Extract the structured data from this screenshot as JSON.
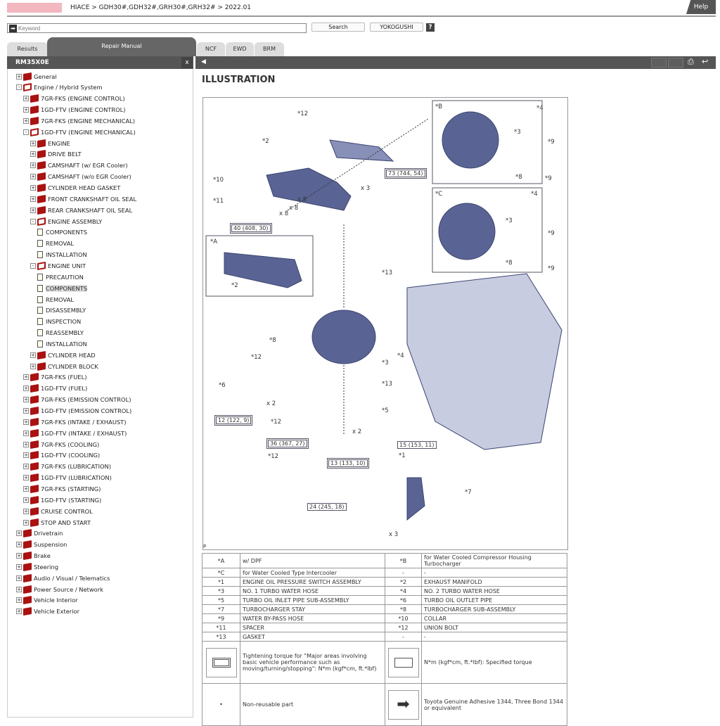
{
  "header": {
    "breadcrumb": "HIACE > GDH30#,GDH32#,GRH30#,GRH32# > 2022.01",
    "help": "Help"
  },
  "search": {
    "placeholder": "Keyword",
    "search_label": "Search",
    "yokogushi_label": "YOKOGUSHI",
    "help_q": "?"
  },
  "tabs": {
    "results": "Results",
    "repair_manual": "Repair Manual",
    "ncf": "NCF",
    "ewd": "EWD",
    "brm": "BRM"
  },
  "sidebar": {
    "title": "RM35X0E",
    "close": "x",
    "items": [
      {
        "label": "General",
        "level": 0,
        "type": "book",
        "state": "+"
      },
      {
        "label": "Engine / Hybrid System",
        "level": 0,
        "type": "open",
        "state": "-"
      },
      {
        "label": "7GR-FKS (ENGINE CONTROL)",
        "level": 1,
        "type": "book",
        "state": "+"
      },
      {
        "label": "1GD-FTV (ENGINE CONTROL)",
        "level": 1,
        "type": "book",
        "state": "+"
      },
      {
        "label": "7GR-FKS (ENGINE MECHANICAL)",
        "level": 1,
        "type": "book",
        "state": "+"
      },
      {
        "label": "1GD-FTV (ENGINE MECHANICAL)",
        "level": 1,
        "type": "open",
        "state": "-"
      },
      {
        "label": "ENGINE",
        "level": 2,
        "type": "book",
        "state": "+"
      },
      {
        "label": "DRIVE BELT",
        "level": 2,
        "type": "book",
        "state": "+"
      },
      {
        "label": "CAMSHAFT (w/ EGR Cooler)",
        "level": 2,
        "type": "book",
        "state": "+"
      },
      {
        "label": "CAMSHAFT (w/o EGR Cooler)",
        "level": 2,
        "type": "book",
        "state": "+"
      },
      {
        "label": "CYLINDER HEAD GASKET",
        "level": 2,
        "type": "book",
        "state": "+"
      },
      {
        "label": "FRONT CRANKSHAFT OIL SEAL",
        "level": 2,
        "type": "book",
        "state": "+"
      },
      {
        "label": "REAR CRANKSHAFT OIL SEAL",
        "level": 2,
        "type": "book",
        "state": "+"
      },
      {
        "label": "ENGINE ASSEMBLY",
        "level": 2,
        "type": "open",
        "state": "-"
      },
      {
        "label": "COMPONENTS",
        "level": 3,
        "type": "doc"
      },
      {
        "label": "REMOVAL",
        "level": 3,
        "type": "doc"
      },
      {
        "label": "INSTALLATION",
        "level": 3,
        "type": "doc"
      },
      {
        "label": "ENGINE UNIT",
        "level": 2,
        "type": "open",
        "state": "-"
      },
      {
        "label": "PRECAUTION",
        "level": 3,
        "type": "doc"
      },
      {
        "label": "COMPONENTS",
        "level": 3,
        "type": "doc",
        "selected": true
      },
      {
        "label": "REMOVAL",
        "level": 3,
        "type": "doc"
      },
      {
        "label": "DISASSEMBLY",
        "level": 3,
        "type": "doc"
      },
      {
        "label": "INSPECTION",
        "level": 3,
        "type": "doc"
      },
      {
        "label": "REASSEMBLY",
        "level": 3,
        "type": "doc"
      },
      {
        "label": "INSTALLATION",
        "level": 3,
        "type": "doc"
      },
      {
        "label": "CYLINDER HEAD",
        "level": 2,
        "type": "book",
        "state": "+"
      },
      {
        "label": "CYLINDER BLOCK",
        "level": 2,
        "type": "book",
        "state": "+"
      },
      {
        "label": "7GR-FKS (FUEL)",
        "level": 1,
        "type": "book",
        "state": "+"
      },
      {
        "label": "1GD-FTV (FUEL)",
        "level": 1,
        "type": "book",
        "state": "+"
      },
      {
        "label": "7GR-FKS (EMISSION CONTROL)",
        "level": 1,
        "type": "book",
        "state": "+"
      },
      {
        "label": "1GD-FTV (EMISSION CONTROL)",
        "level": 1,
        "type": "book",
        "state": "+"
      },
      {
        "label": "7GR-FKS (INTAKE / EXHAUST)",
        "level": 1,
        "type": "book",
        "state": "+"
      },
      {
        "label": "1GD-FTV (INTAKE / EXHAUST)",
        "level": 1,
        "type": "book",
        "state": "+"
      },
      {
        "label": "7GR-FKS (COOLING)",
        "level": 1,
        "type": "book",
        "state": "+"
      },
      {
        "label": "1GD-FTV (COOLING)",
        "level": 1,
        "type": "book",
        "state": "+"
      },
      {
        "label": "7GR-FKS (LUBRICATION)",
        "level": 1,
        "type": "book",
        "state": "+"
      },
      {
        "label": "1GD-FTV (LUBRICATION)",
        "level": 1,
        "type": "book",
        "state": "+"
      },
      {
        "label": "7GR-FKS (STARTING)",
        "level": 1,
        "type": "book",
        "state": "+"
      },
      {
        "label": "1GD-FTV (STARTING)",
        "level": 1,
        "type": "book",
        "state": "+"
      },
      {
        "label": "CRUISE CONTROL",
        "level": 1,
        "type": "book",
        "state": "+"
      },
      {
        "label": "STOP AND START",
        "level": 1,
        "type": "book",
        "state": "+"
      },
      {
        "label": "Drivetrain",
        "level": 0,
        "type": "book",
        "state": "+"
      },
      {
        "label": "Suspension",
        "level": 0,
        "type": "book",
        "state": "+"
      },
      {
        "label": "Brake",
        "level": 0,
        "type": "book",
        "state": "+"
      },
      {
        "label": "Steering",
        "level": 0,
        "type": "book",
        "state": "+"
      },
      {
        "label": "Audio / Visual / Telematics",
        "level": 0,
        "type": "book",
        "state": "+"
      },
      {
        "label": "Power Source / Network",
        "level": 0,
        "type": "book",
        "state": "+"
      },
      {
        "label": "Vehicle Interior",
        "level": 0,
        "type": "book",
        "state": "+"
      },
      {
        "label": "Vehicle Exterior",
        "level": 0,
        "type": "book",
        "state": "+"
      }
    ]
  },
  "main": {
    "title": "ILLUSTRATION",
    "callouts": [
      "*12",
      "*2",
      "*10",
      "x 8",
      "*11",
      "x 8",
      "x 8",
      "x 3",
      "*A",
      "*2",
      "*13",
      "*8",
      "*3",
      "*4",
      "*12",
      "*6",
      "x 2",
      "*13",
      "*5",
      "*12",
      "x 2",
      "*12",
      "*1",
      "*7",
      "x 3",
      "*B",
      "*4",
      "*3",
      "*9",
      "*8",
      "*9",
      "*C",
      "*4",
      "*3",
      "*9",
      "*8",
      "*9",
      "P"
    ],
    "torques": [
      "73 (744, 54)",
      "40 (408, 30)",
      "12 (122, 9)",
      "36 (367, 27)",
      "13 (133, 10)",
      "15 (153, 11)",
      "24 (245, 18)"
    ],
    "legend": [
      [
        "*A",
        "w/ DPF",
        "*B",
        "for Water Cooled Compressor Housing Turbocharger"
      ],
      [
        "*C",
        "for Water Cooled Type Intercooler",
        "-",
        "-"
      ],
      [
        "*1",
        "ENGINE OIL PRESSURE SWITCH ASSEMBLY",
        "*2",
        "EXHAUST MANIFOLD"
      ],
      [
        "*3",
        "NO. 1 TURBO WATER HOSE",
        "*4",
        "NO. 2 TURBO WATER HOSE"
      ],
      [
        "*5",
        "TURBO OIL INLET PIPE SUB-ASSEMBLY",
        "*6",
        "TURBO OIL OUTLET PIPE"
      ],
      [
        "*7",
        "TURBOCHARGER STAY",
        "*8",
        "TURBOCHARGER SUB-ASSEMBLY"
      ],
      [
        "*9",
        "WATER BY-PASS HOSE",
        "*10",
        "COLLAR"
      ],
      [
        "*11",
        "SPACER",
        "*12",
        "UNION BOLT"
      ],
      [
        "*13",
        "GASKET",
        "-",
        "-"
      ]
    ],
    "symbols": {
      "major_torque": "Tightening torque for \"Major areas involving basic vehicle performance such as moving/turning/stopping\": N*m (kgf*cm, ft.*lbf)",
      "specified_torque": "N*m (kgf*cm, ft.*lbf): Specified torque",
      "non_reusable": "Non-reusable part",
      "adhesive": "Toyota Genuine Adhesive 1344, Three Bond 1344 or equivalent"
    }
  },
  "colors": {
    "accent": "#555555",
    "book": "#aa1111",
    "part": "#5a6494"
  }
}
